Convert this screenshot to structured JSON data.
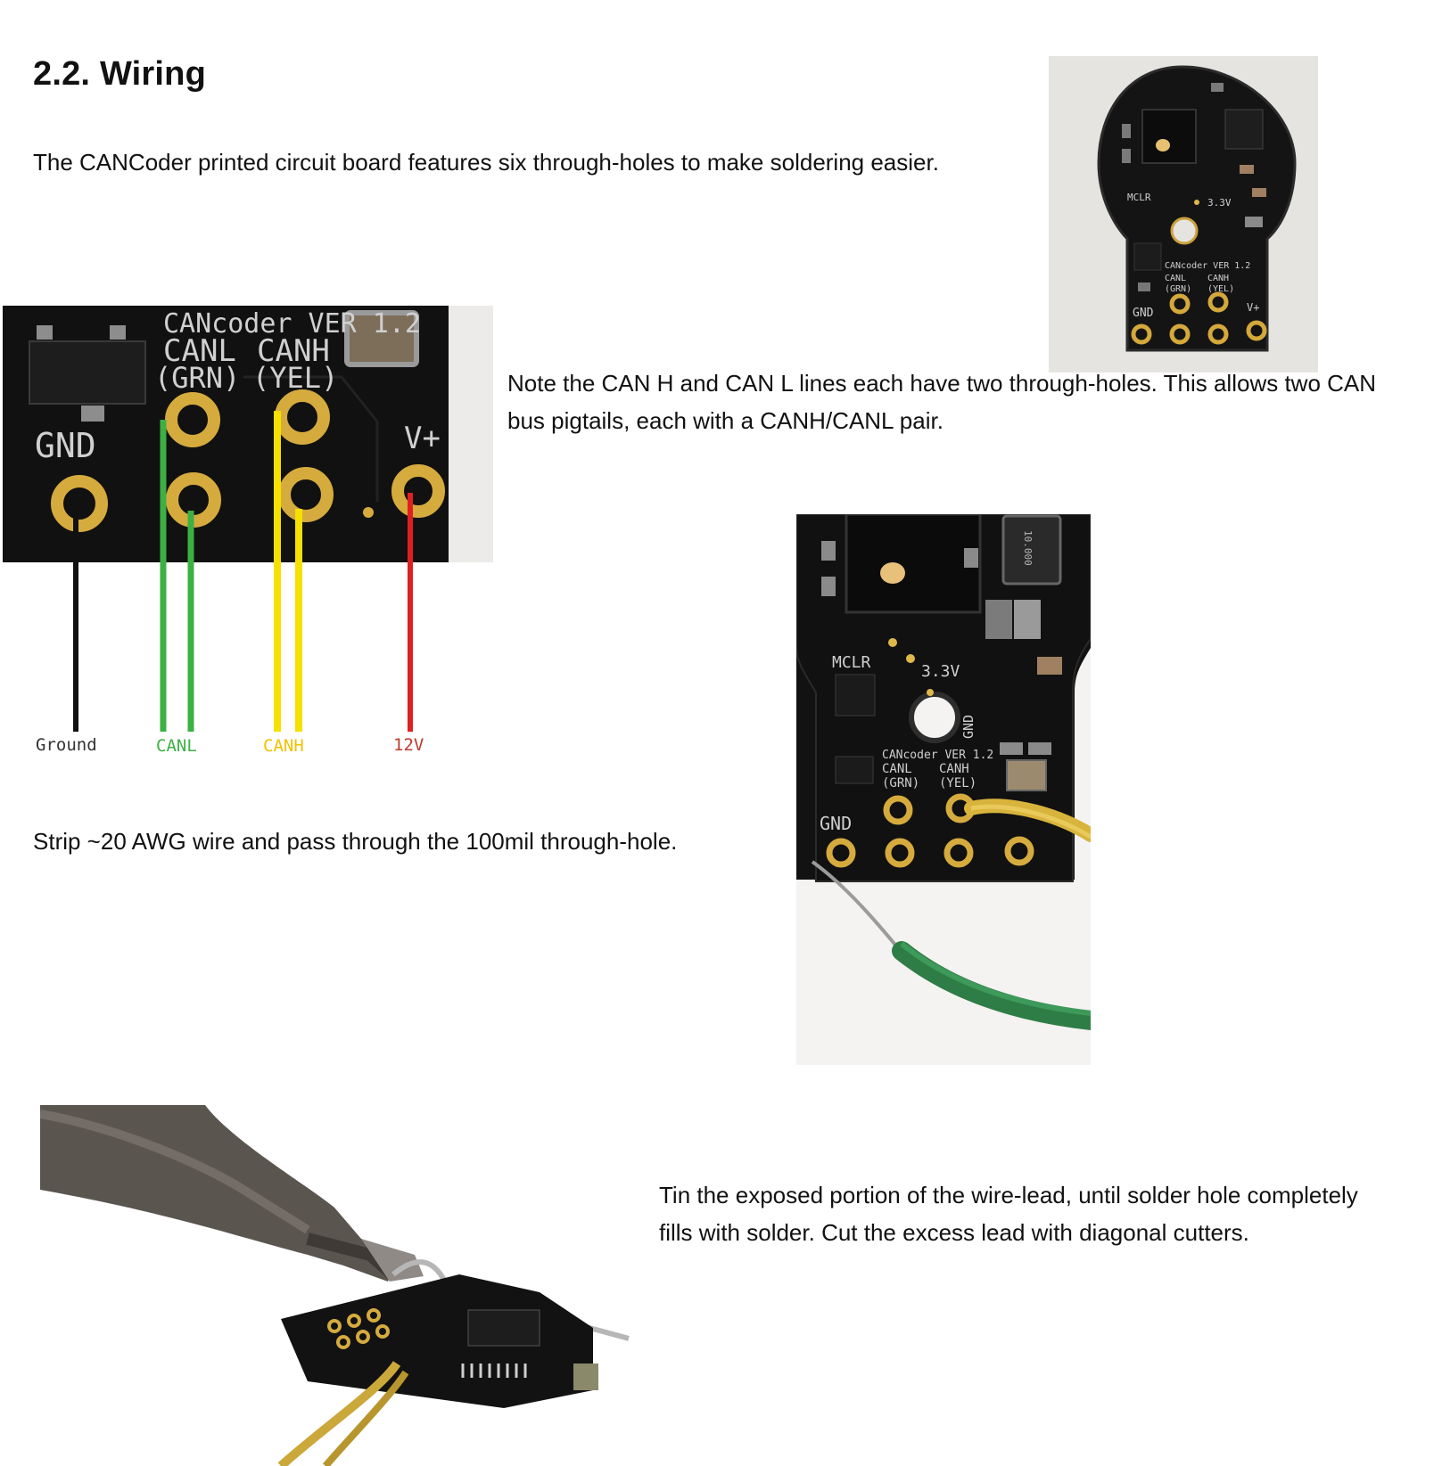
{
  "section": {
    "title": "2.2. Wiring"
  },
  "paragraphs": {
    "intro": "The CANCoder printed circuit board features six through-holes to make soldering easier.",
    "can_note": "Note the CAN H and CAN L lines each have two through-holes.  This allows two CAN bus pigtails, each with a CANH/CANL pair.",
    "strip": "Strip ~20 AWG wire and pass through the 100mil through-hole.",
    "tin": "Tin the exposed portion of the wire-lead, until solder hole completely fills with solder.  Cut the excess lead with diagonal cutters."
  },
  "wiring_diagram": {
    "labels": {
      "ground": "Ground",
      "canl": "CANL",
      "canh": "CANH",
      "v12": "12V"
    },
    "silkscreen": {
      "gnd": "GND",
      "vplus": "V+",
      "canl": "CANL",
      "canh": "CANH",
      "grn": "(GRN)",
      "yel": "(YEL)",
      "board_name": "CANcoder VER 1.2"
    },
    "colors": {
      "ground": "#111111",
      "canl": "#3cb043",
      "canh": "#f5e000",
      "v12": "#e02020",
      "canl_label": "#3cb043",
      "canh_label": "#f2c200",
      "v12_label": "#c0392b"
    }
  },
  "board_photo_top": {
    "silkscreen": {
      "mclr": "MCLR",
      "v33": "3.3V",
      "gnd": "GND",
      "vplus": "V+",
      "canl": "CANL",
      "canh": "CANH",
      "grn": "(GRN)",
      "yel": "(YEL)",
      "board_name": "CANcoder VER 1.2"
    }
  },
  "board_photo_mid": {
    "silkscreen": {
      "mclr": "MCLR",
      "v33": "3.3V",
      "gnd_side": "GND",
      "gnd": "GND",
      "canl": "CANL",
      "canh": "CANH",
      "grn": "(GRN)",
      "yel": "(YEL)",
      "board_name": "CANcoder VER 1.2",
      "crystal": "10.000"
    }
  }
}
